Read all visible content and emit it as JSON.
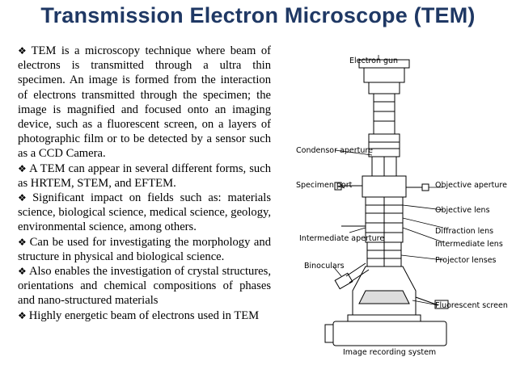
{
  "slide": {
    "title": "Transmission Electron Microscope (TEM)",
    "bullet_icon": "diamond-bullet-icon",
    "bullets": [
      "TEM is a microscopy technique where beam of electrons is transmitted through a ultra thin specimen. An image is formed from the interaction of electrons transmitted through the specimen; the image is magnified and focused onto an imaging device, such as a fluorescent screen, on a layers  of photographic film or to be detected by a sensor such as a CCD Camera.",
      "A TEM can appear in several different forms, such as HRTEM, STEM, and EFTEM.",
      "Significant impact on fields such as: materials science, biological science, medical science, geology, environmental science, among others.",
      "Can be used for investigating the morphology and structure in physical and biological science.",
      "Also enables the investigation of crystal structures, orientations and chemical compositions of phases and nano-structured materials",
      "Highly energetic beam of electrons used in TEM"
    ]
  },
  "figure": {
    "labels": {
      "electron_gun": "Electron gun",
      "condensor_aperture": "Condensor aperture",
      "specimen_port": "Specimen port",
      "objective_aperture": "Objective aperture",
      "objective_lens": "Objective lens",
      "intermediate_aperture": "Intermediate aperture",
      "diffraction_lens": "Diffraction lens",
      "intermediate_lens": "Intermediate lens",
      "binoculars": "Binoculars",
      "projector_lenses": "Projector lenses",
      "fluorescent_screen": "Fluorescent screen",
      "image_recording_system": "Image recording system"
    }
  }
}
